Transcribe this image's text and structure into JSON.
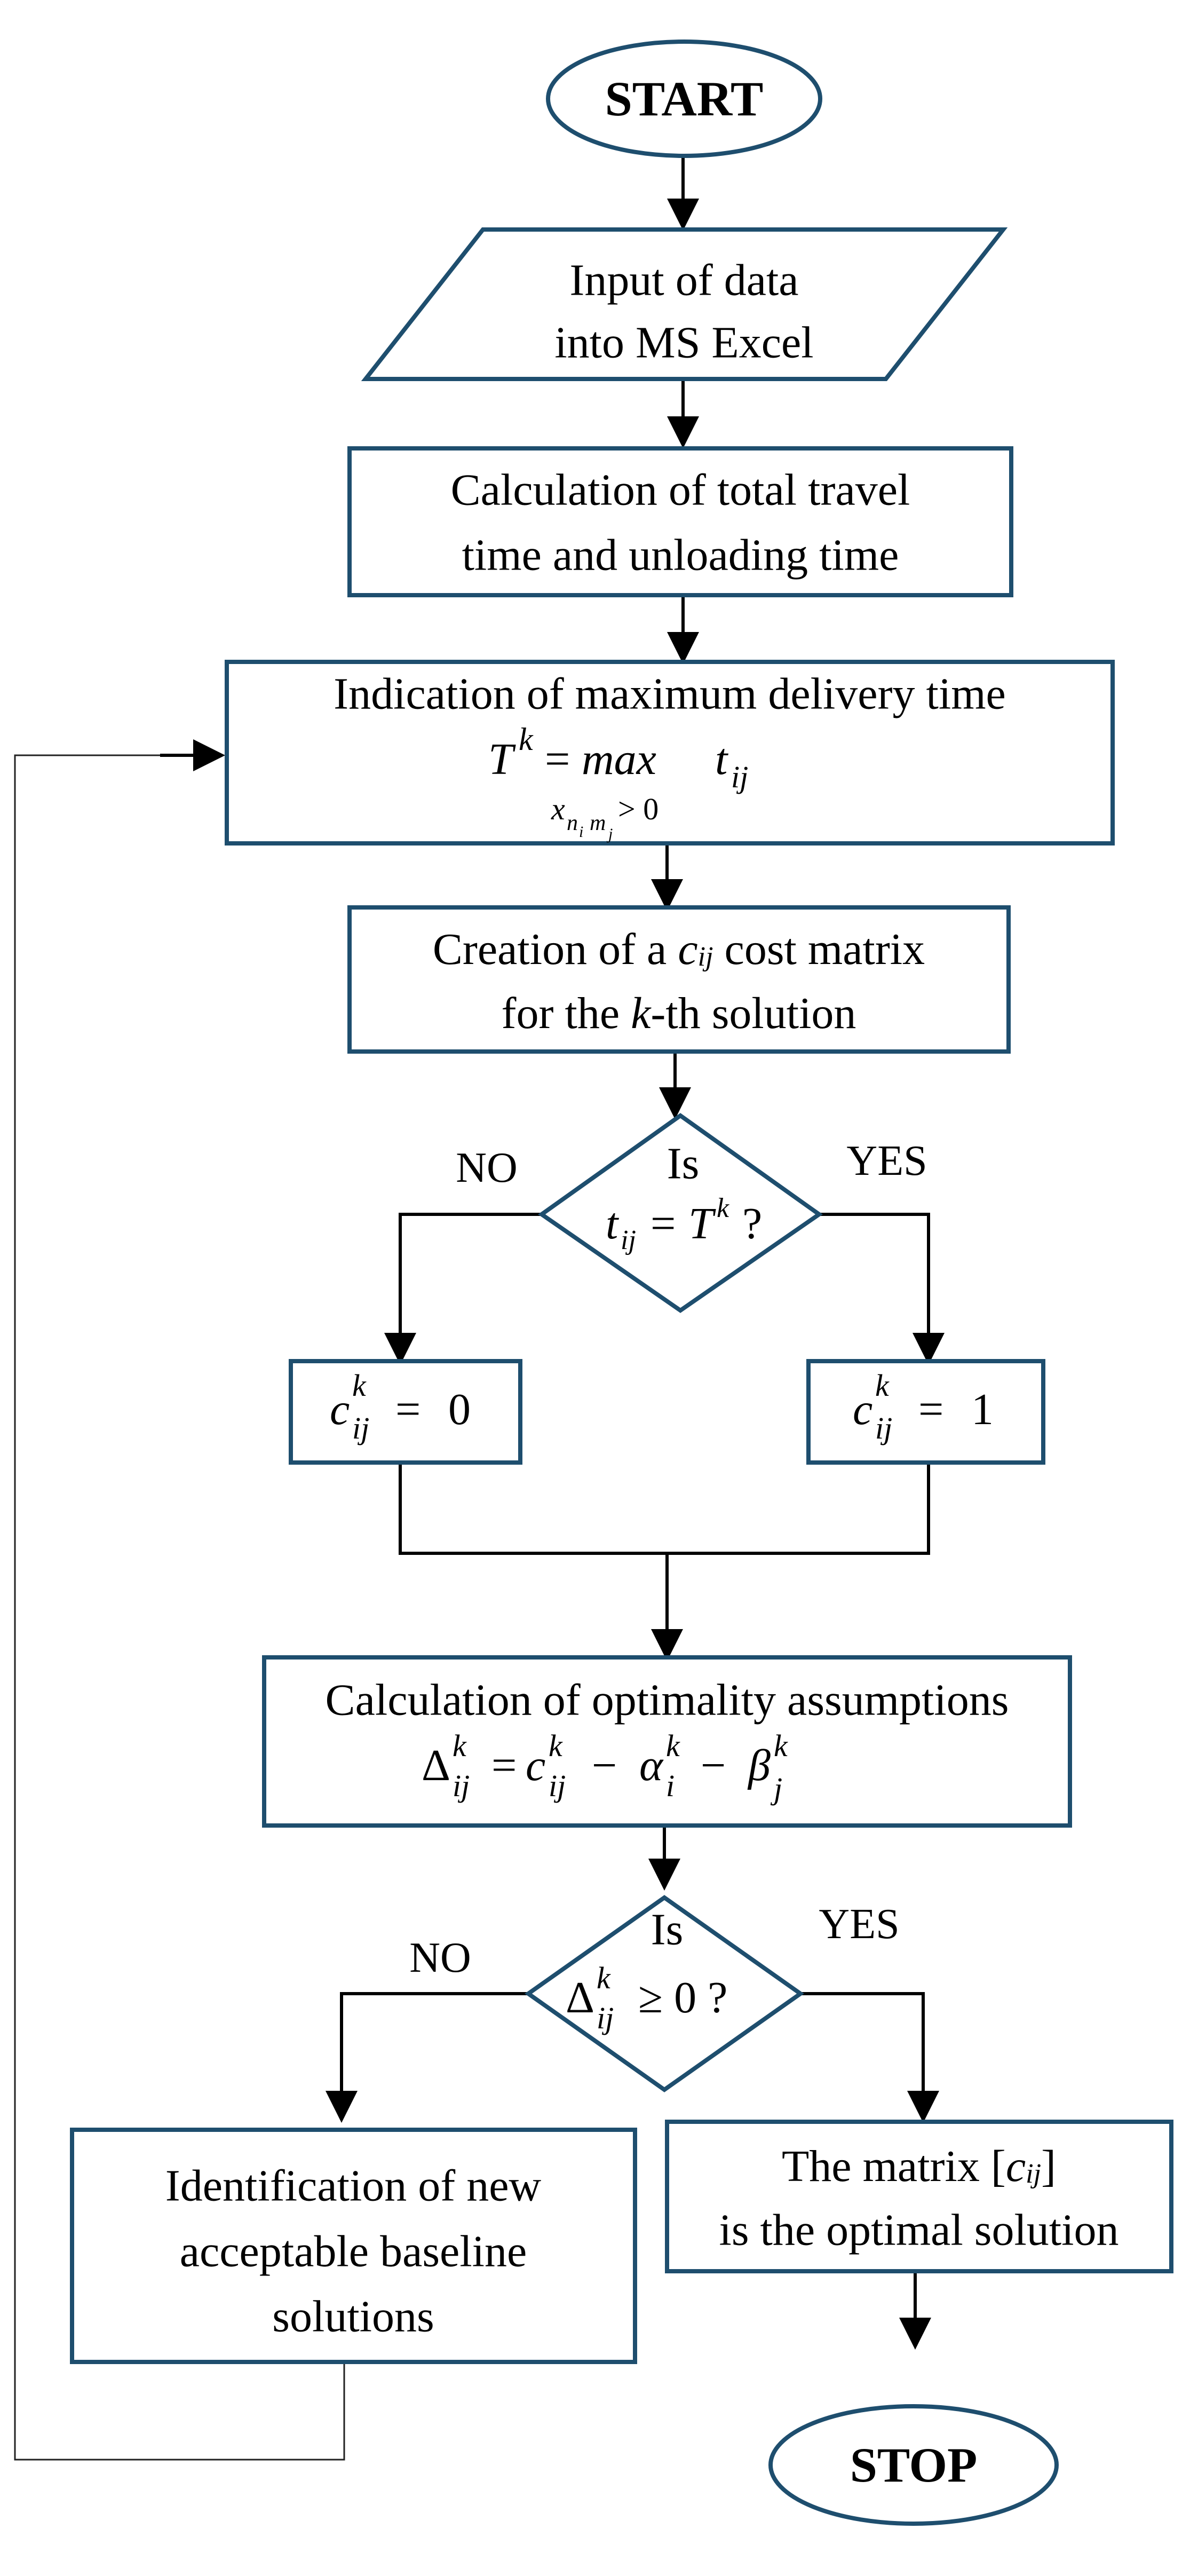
{
  "nodes": {
    "start": "START",
    "input_line1": "Input of data",
    "input_line2": "into MS Excel",
    "calc_line1": "Calculation of total travel",
    "calc_line2": "time and unloading time",
    "indication": "Indication of maximum delivery time",
    "creation_a": "Creation of a ",
    "creation_c": "c",
    "creation_ij": "ij",
    "creation_b": " cost matrix",
    "forthe_a": "for the ",
    "forthe_k": "k",
    "forthe_b": "-th solution",
    "is1": "Is",
    "is2": "Is",
    "optim": "Calculation of optimality assumptions",
    "ident_line1": "Identification of new",
    "ident_line2": "acceptable baseline",
    "ident_line3": "solutions",
    "matrix_a": "The matrix [",
    "matrix_c": "c",
    "matrix_ij": "ij",
    "matrix_b": "]",
    "matrix_line2": "is the optimal solution",
    "stop": "STOP"
  },
  "formulas": {
    "T": "T",
    "k": "k",
    "eq": " = ",
    "max": "max",
    "x": "x",
    "n": "n",
    "i": "i",
    "m": "m",
    "j": "j",
    "gt0": "> 0",
    "t": "t",
    "ij": "ij",
    "q": " ?",
    "c": "c",
    "zero": "0",
    "one": "1",
    "delta": "Δ",
    "minus": " − ",
    "alpha": "α",
    "beta": "β",
    "geq": " ≥ 0 ?"
  },
  "labels": {
    "no1": "NO",
    "yes1": "YES",
    "no2": "NO",
    "yes2": "YES"
  },
  "colors": {
    "shape_stroke": "#1e4e6e",
    "arrow": "#000000"
  }
}
